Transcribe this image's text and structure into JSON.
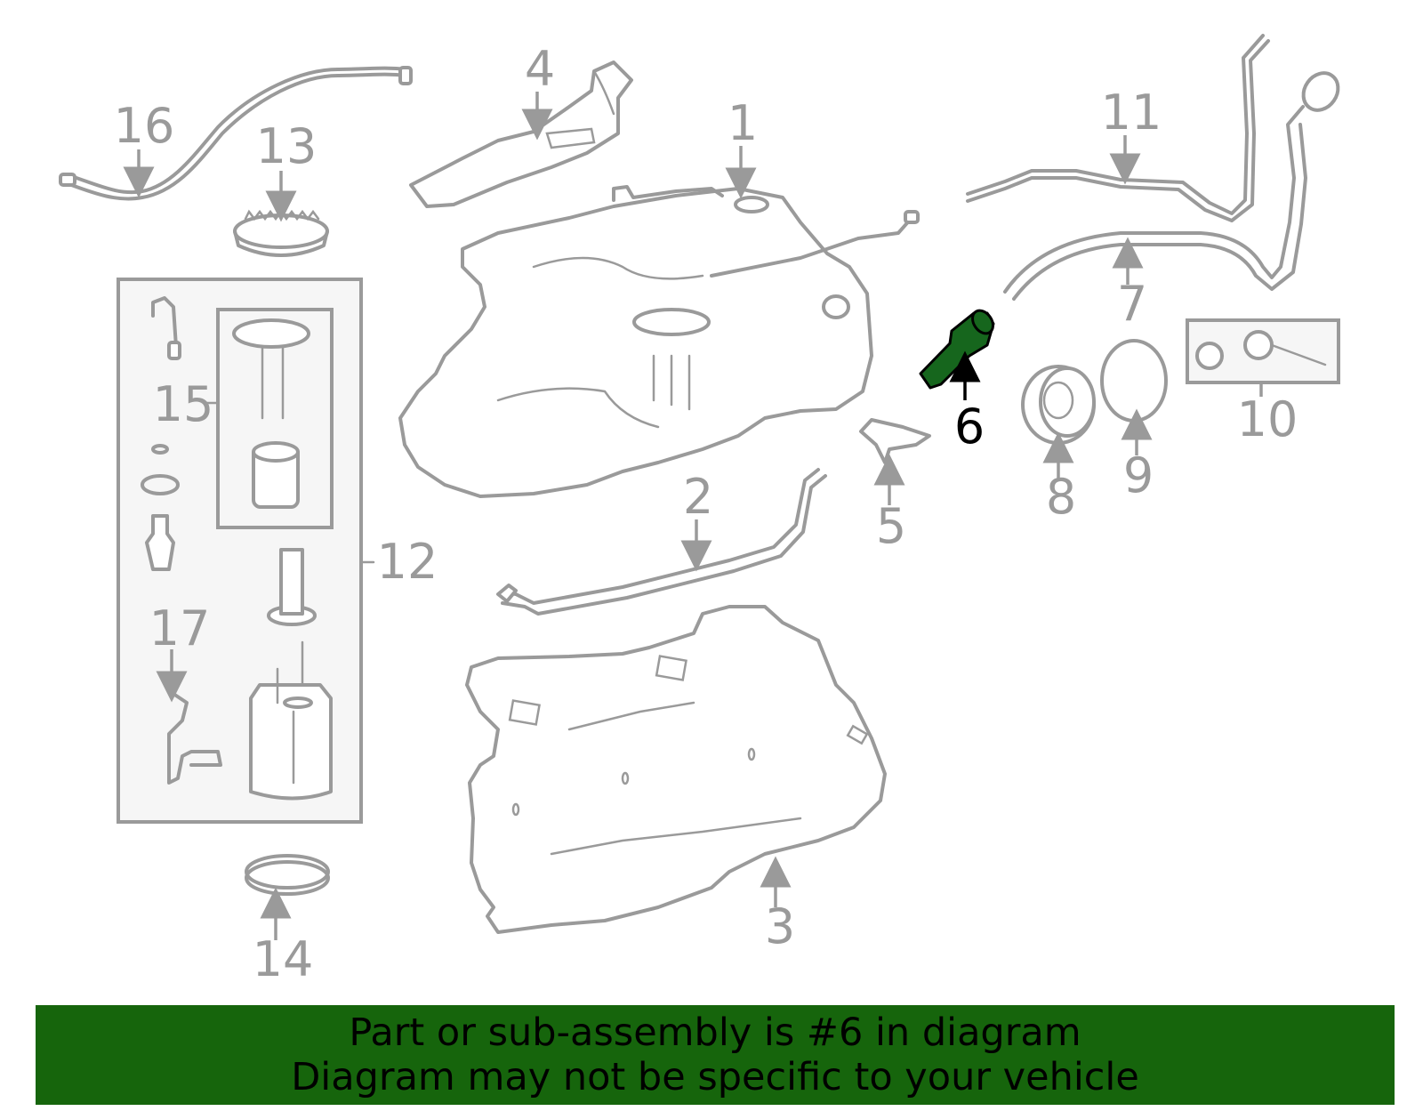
{
  "callouts": {
    "c1": "1",
    "c2": "2",
    "c3": "3",
    "c4": "4",
    "c5": "5",
    "c6": "6",
    "c7": "7",
    "c8": "8",
    "c9": "9",
    "c10": "10",
    "c11": "11",
    "c12": "12",
    "c13": "13",
    "c14": "14",
    "c15": "15",
    "c16": "16",
    "c17": "17"
  },
  "highlighted_part": "6",
  "colors": {
    "highlight": "#16661d",
    "banner": "#16650c",
    "line": "#9a9a9a"
  },
  "banner": {
    "line1": "Part or sub-assembly is #6 in diagram",
    "line2": "Diagram may not be specific to your vehicle"
  }
}
